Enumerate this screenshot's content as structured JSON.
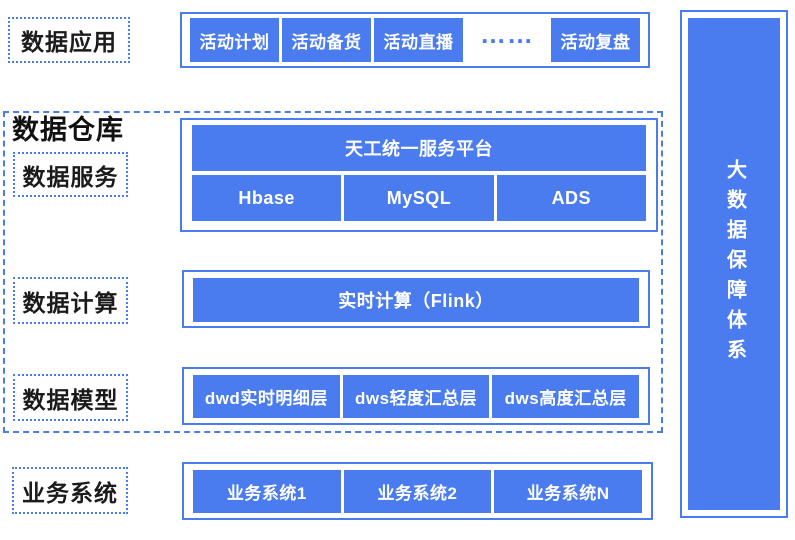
{
  "colors": {
    "accent": "#4A7CF0",
    "label_text": "#1B1B1B",
    "box_text": "#FFFFFF"
  },
  "labels": {
    "data_application": "数据应用",
    "data_warehouse": "数据仓库",
    "data_service": "数据服务",
    "data_compute": "数据计算",
    "data_model": "数据模型",
    "business_system": "业务系统"
  },
  "application_row": {
    "items": [
      "活动计划",
      "活动备货",
      "活动直播"
    ],
    "ellipsis": "……",
    "last_item": "活动复盘"
  },
  "service_section": {
    "platform": "天工统一服务平台",
    "stores": [
      "Hbase",
      "MySQL",
      "ADS"
    ]
  },
  "compute_section": {
    "engine": "实时计算（Flink）"
  },
  "model_section": {
    "layers": [
      "dwd实时明细层",
      "dws轻度汇总层",
      "dws高度汇总层"
    ]
  },
  "business_section": {
    "systems": [
      "业务系统1",
      "业务系统2",
      "业务系统N"
    ]
  },
  "right_panel": {
    "title": "大数据保障体系"
  }
}
